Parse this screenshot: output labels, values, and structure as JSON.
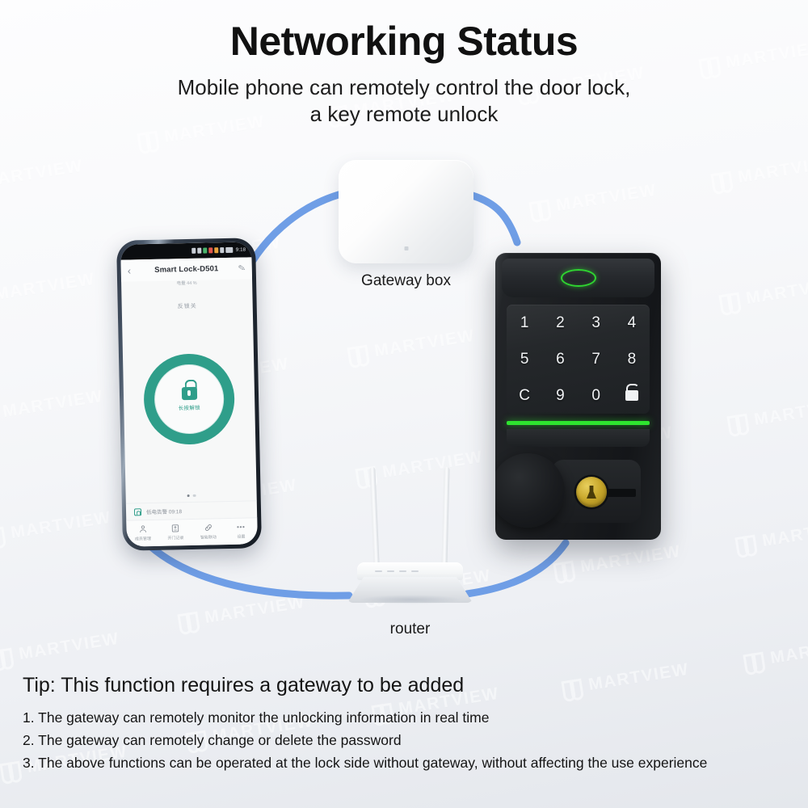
{
  "header": {
    "title": "Networking Status",
    "subtitle_line1": "Mobile phone can remotely control the door lock,",
    "subtitle_line2": "a key remote unlock"
  },
  "diagram": {
    "connector_color": "#6f9ee6",
    "gateway": {
      "label": "Gateway box"
    },
    "router": {
      "label": "router"
    },
    "phone": {
      "status_bar": {
        "time": "9:18"
      },
      "nav": {
        "back_icon": "chevron-left-icon",
        "title": "Smart Lock-D501",
        "edit_icon": "pencil-icon",
        "battery_text": "电量 44 %"
      },
      "state_text": "反锁关",
      "unlock_button": {
        "icon": "padlock-icon",
        "label": "长按解锁",
        "color": "#2f9e8a"
      },
      "pager": {
        "total": 2,
        "active": 1
      },
      "notice": {
        "icon": "bell-icon",
        "text": "低电告警 09:18"
      },
      "tabs": [
        {
          "icon": "person-icon",
          "label": "成员管理"
        },
        {
          "icon": "card-icon",
          "label": "开门记录"
        },
        {
          "icon": "link-icon",
          "label": "智能联动"
        },
        {
          "icon": "more-dots-icon",
          "label": "设置"
        }
      ]
    },
    "lock": {
      "fingerprint_indicator_color": "#2fd531",
      "status_bar_color": "#2ee42f",
      "keypad": [
        "1",
        "2",
        "3",
        "4",
        "5",
        "6",
        "7",
        "8",
        "C",
        "9",
        "0",
        "unlock-icon"
      ],
      "knob": "thumb-turn-knob",
      "cylinder": "brass-key-cylinder"
    }
  },
  "tips": {
    "heading": "Tip: This function requires a gateway to be added",
    "items": [
      "1. The gateway can remotely monitor the unlocking information in real time",
      "2. The gateway can remotely change or delete the password",
      "3. The above functions can be operated at the lock side without gateway, without affecting the use experience"
    ]
  },
  "watermark": {
    "text": "MARTVIEW",
    "logo": "m-logo-icon"
  }
}
